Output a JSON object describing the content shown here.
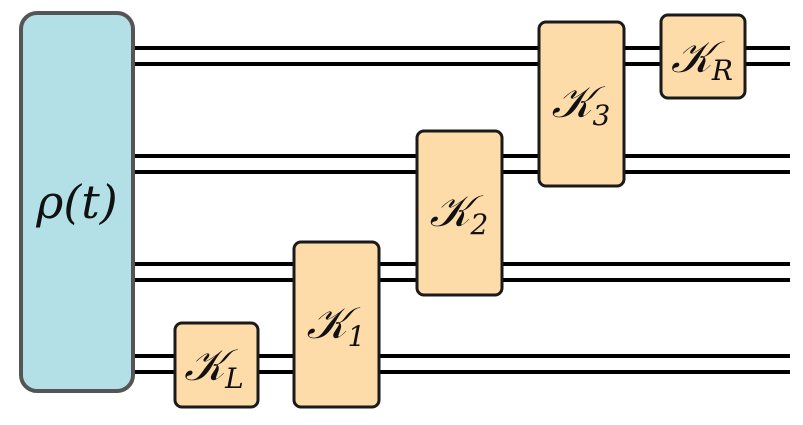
{
  "colors": {
    "state_fill": "#b3e0e6",
    "state_stroke": "#555555",
    "gate_fill": "#fddcaa",
    "gate_stroke": "#1a1a1a",
    "wire": "#000000"
  },
  "state": {
    "label": "ρ(t)"
  },
  "gates": {
    "k_l": {
      "symbol": "𝒦",
      "subscript": "L"
    },
    "k_1": {
      "symbol": "𝒦",
      "subscript": "1"
    },
    "k_2": {
      "symbol": "𝒦",
      "subscript": "2"
    },
    "k_3": {
      "symbol": "𝒦",
      "subscript": "3"
    },
    "k_r": {
      "symbol": "𝒦",
      "subscript": "R"
    }
  }
}
